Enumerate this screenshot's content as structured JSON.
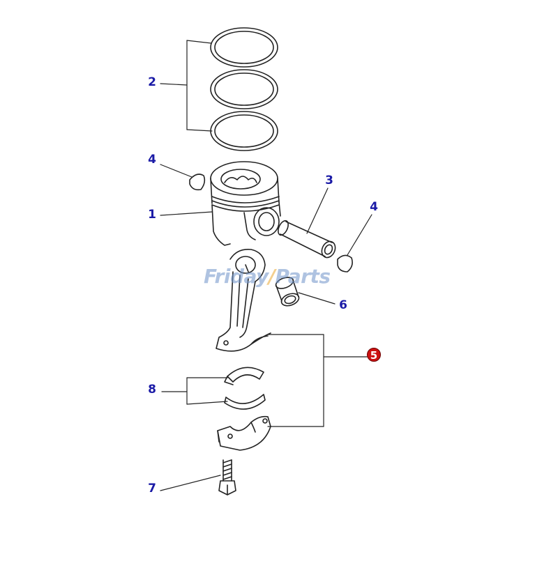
{
  "diagram": {
    "callouts": [
      {
        "id": "c2",
        "label": "2"
      },
      {
        "id": "c4a",
        "label": "4"
      },
      {
        "id": "c1",
        "label": "1"
      },
      {
        "id": "c3",
        "label": "3"
      },
      {
        "id": "c4b",
        "label": "4"
      },
      {
        "id": "c6",
        "label": "6"
      },
      {
        "id": "c5",
        "label": "5"
      },
      {
        "id": "c8",
        "label": "8"
      },
      {
        "id": "c7",
        "label": "7"
      }
    ],
    "highlighted_callout": "5"
  },
  "watermark": {
    "part1": "Friday",
    "part2": "Parts",
    "accent_glyph": "/"
  },
  "colors": {
    "callout_text": "#1a1aa6",
    "highlight_fill": "#cc1111",
    "line": "#222222",
    "watermark": "#6f93c9",
    "watermark_accent": "#e8a020"
  }
}
